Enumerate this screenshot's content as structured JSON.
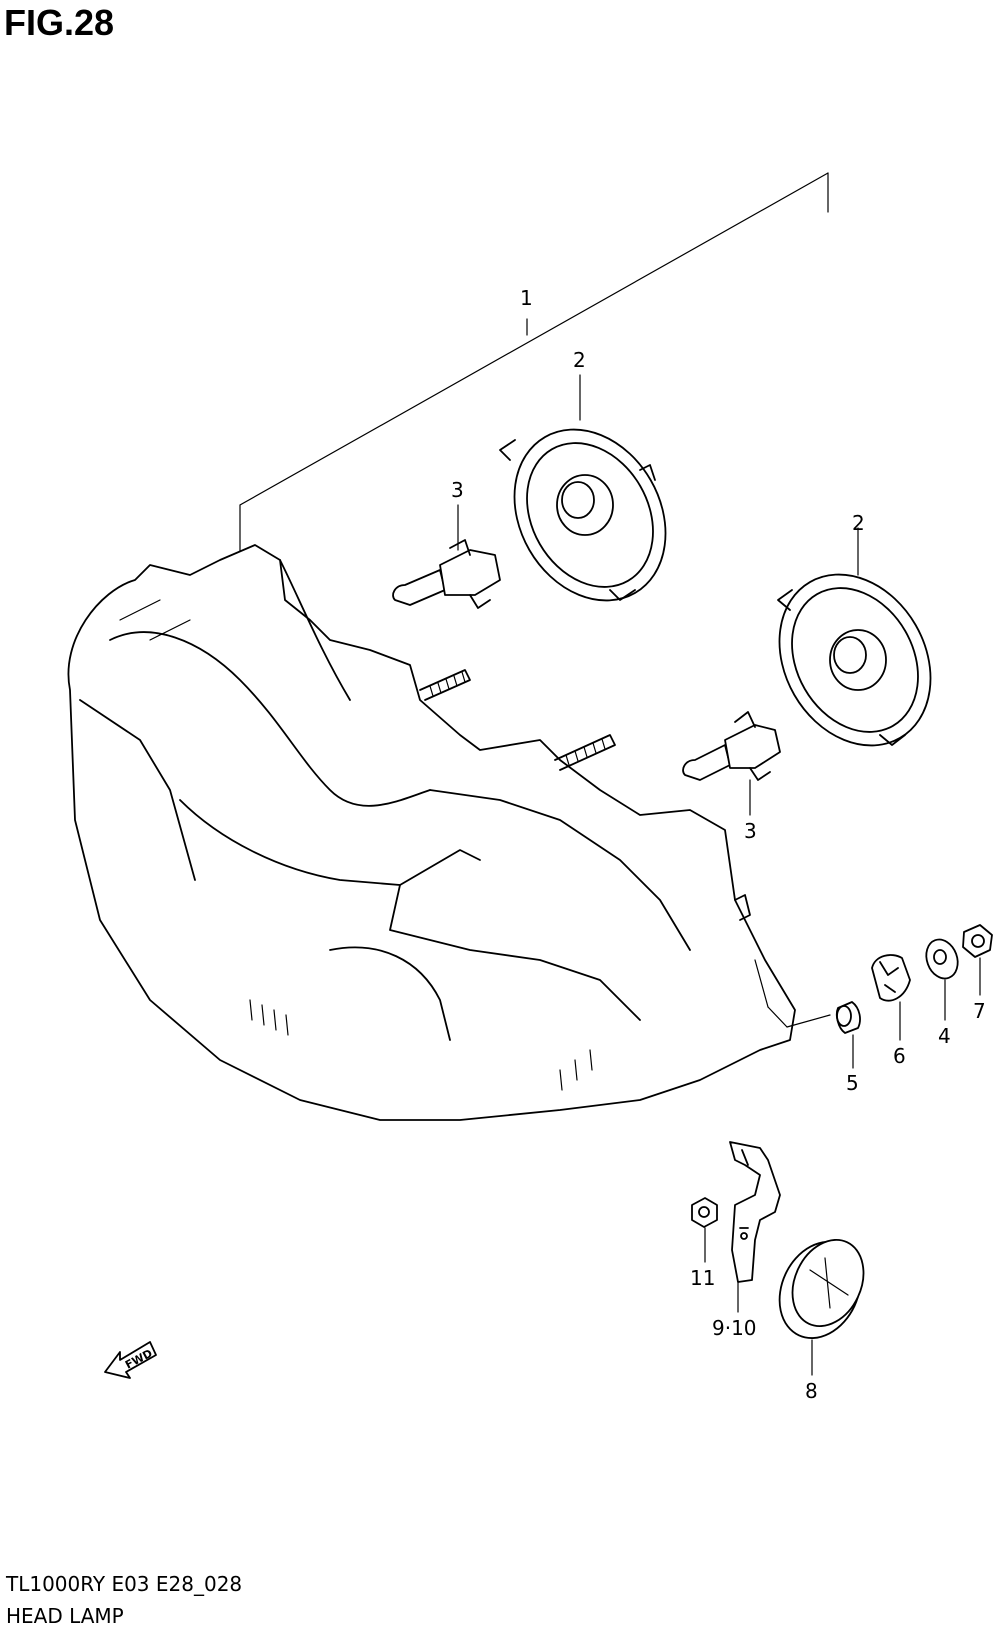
{
  "figure_title": "FIG.28",
  "callouts": {
    "c1": "1",
    "c2a": "2",
    "c2b": "2",
    "c3a": "3",
    "c3b": "3",
    "c4": "4",
    "c5": "5",
    "c6": "6",
    "c7": "7",
    "c8": "8",
    "c910": "9·10",
    "c11": "11"
  },
  "fwd_label": "FWD",
  "footer": {
    "model_code": "TL1000RY E03 E28_028",
    "section_name": "HEAD LAMP"
  }
}
